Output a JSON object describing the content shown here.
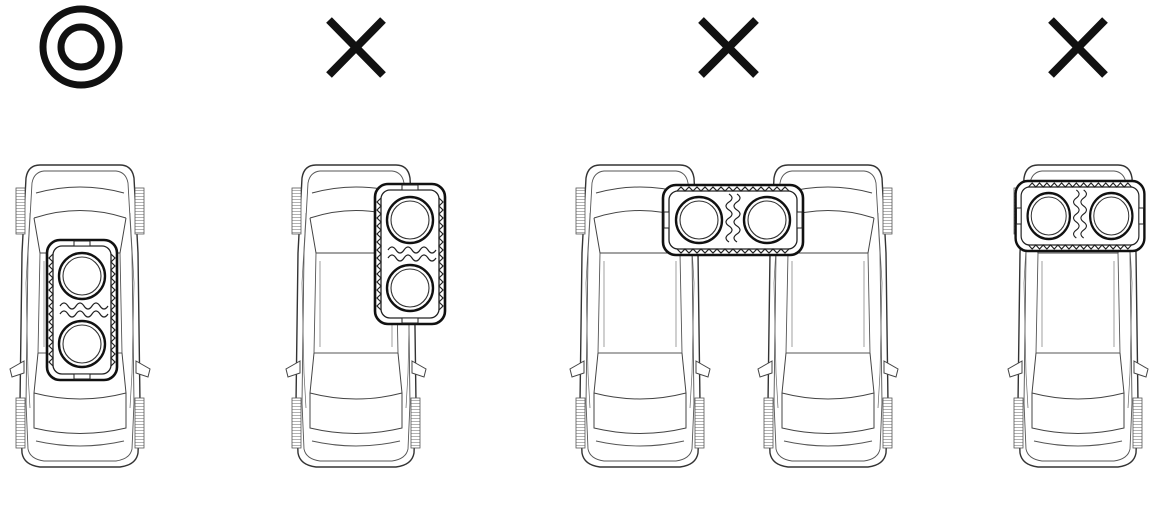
{
  "panels": [
    {
      "id": "panel-1",
      "verdict": "correct",
      "symbol": "double-circle-icon",
      "placement": "centered-lengthwise",
      "cars": 1
    },
    {
      "id": "panel-2",
      "verdict": "incorrect",
      "symbol": "cross-icon",
      "placement": "offset-overhanging-side",
      "cars": 1
    },
    {
      "id": "panel-3",
      "verdict": "incorrect",
      "symbol": "cross-icon",
      "placement": "straddling-two-cars",
      "cars": 2
    },
    {
      "id": "panel-4",
      "verdict": "incorrect",
      "symbol": "cross-icon",
      "placement": "crosswise-on-roof",
      "cars": 1
    }
  ],
  "colors": {
    "ink": "#111111",
    "line": "#333333",
    "tire": "#777777",
    "background": "#ffffff"
  }
}
